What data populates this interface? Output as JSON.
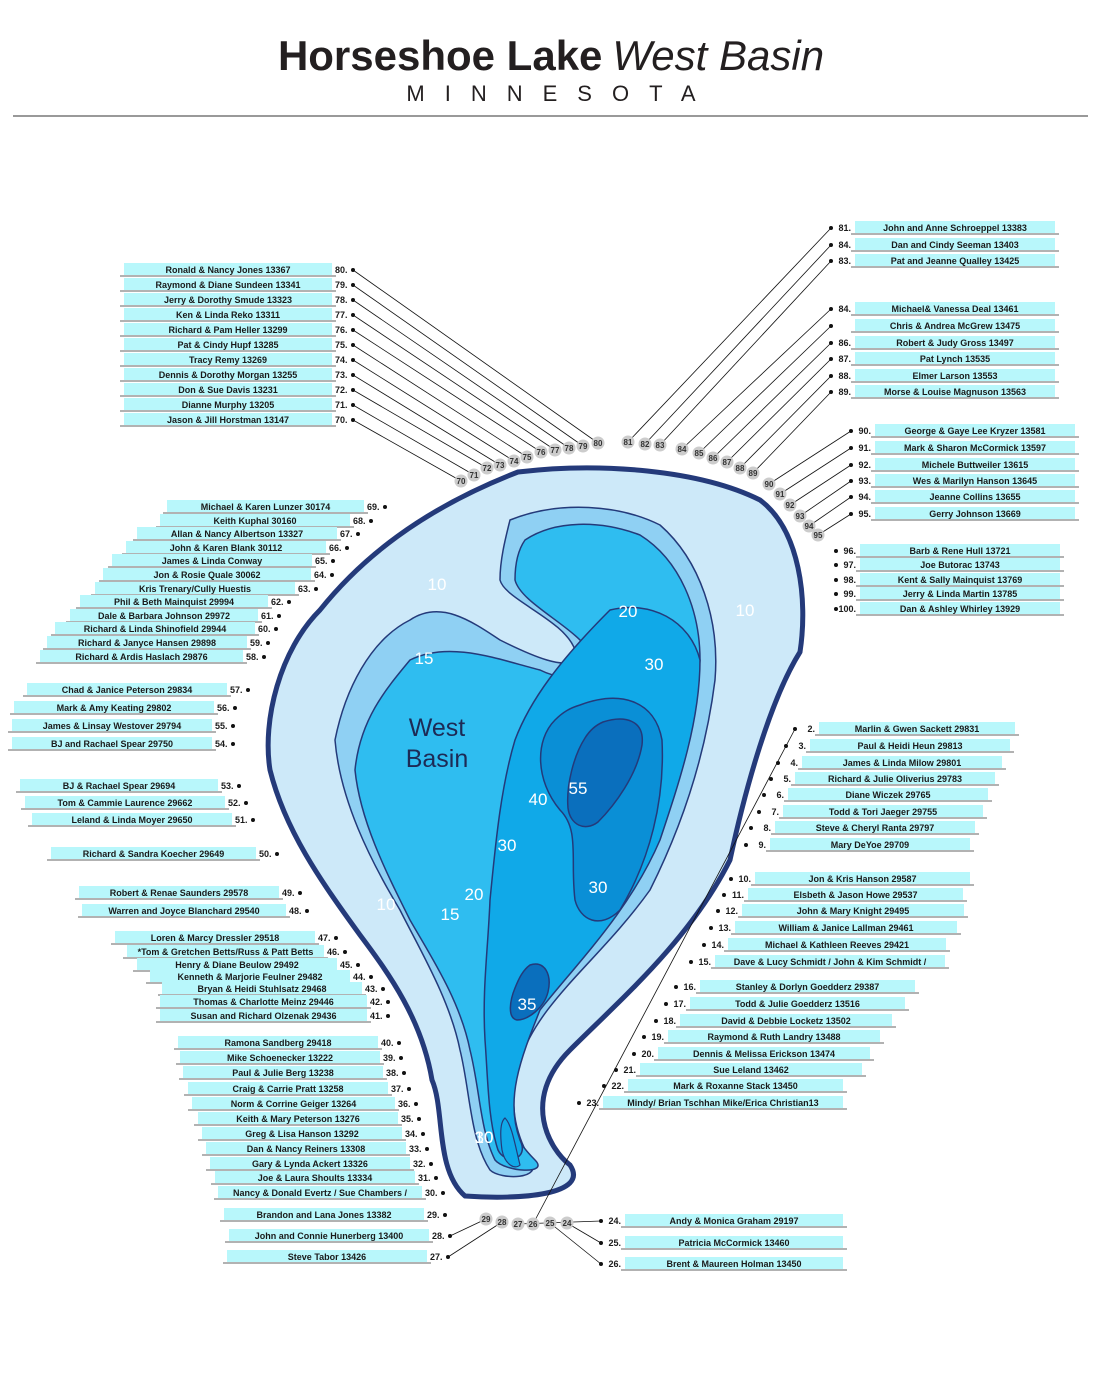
{
  "title": {
    "bold": "Horseshoe Lake",
    "italic": "West Basin",
    "state": "MINNESOTA"
  },
  "basin_label": [
    "West",
    "Basin"
  ],
  "colors": {
    "shore": "#243a7a",
    "level10": "#cde9f9",
    "level15": "#8fd0f3",
    "level20": "#2fbdf0",
    "level30": "#10a9e8",
    "level40": "#0a8fd6",
    "level55": "#0a6fbd",
    "label_bg": "#b8f7fb",
    "bubble": "#cccccc"
  },
  "depths": [
    "10",
    "10",
    "10",
    "10",
    "15",
    "15",
    "20",
    "20",
    "30",
    "30",
    "30",
    "30",
    "40",
    "55",
    "35"
  ],
  "bubbles": [
    "70",
    "71",
    "72",
    "73",
    "74",
    "75",
    "76",
    "77",
    "78",
    "79",
    "80",
    "81",
    "82",
    "83",
    "84",
    "85",
    "86",
    "87",
    "88",
    "89",
    "90",
    "91",
    "92",
    "93",
    "94",
    "95",
    "29",
    "28",
    "27",
    "26",
    "25",
    "24"
  ],
  "owners": [
    {
      "name": "Ronald & Nancy Jones 13367",
      "num": "80."
    },
    {
      "name": "Raymond & Diane Sundeen 13341",
      "num": "79."
    },
    {
      "name": "Jerry & Dorothy Smude 13323",
      "num": "78."
    },
    {
      "name": "Ken & Linda Reko 13311",
      "num": "77."
    },
    {
      "name": "Richard & Pam Heller 13299",
      "num": "76."
    },
    {
      "name": "Pat & Cindy Hupf 13285",
      "num": "75."
    },
    {
      "name": "Tracy Remy 13269",
      "num": "74."
    },
    {
      "name": "Dennis & Dorothy Morgan 13255",
      "num": "73."
    },
    {
      "name": "Don & Sue Davis 13231",
      "num": "72."
    },
    {
      "name": "Dianne Murphy  13205",
      "num": "71."
    },
    {
      "name": "Jason & Jill Horstman 13147",
      "num": "70."
    },
    {
      "name": "John and Anne Schroeppel 13383",
      "num": "81."
    },
    {
      "name": "Dan and Cindy Seeman 13403",
      "num": "84."
    },
    {
      "name": "Pat and Jeanne Qualley 13425",
      "num": "83."
    },
    {
      "name": "Michael& Vanessa Deal 13461",
      "num": "84."
    },
    {
      "name": "Chris & Andrea McGrew 13475",
      "num": ""
    },
    {
      "name": "Robert & Judy Gross 13497",
      "num": "86."
    },
    {
      "name": "Pat Lynch 13535",
      "num": "87."
    },
    {
      "name": "Elmer Larson 13553",
      "num": "88."
    },
    {
      "name": "Morse & Louise Magnuson 13563",
      "num": "89."
    },
    {
      "name": "George & Gaye Lee Kryzer  13581",
      "num": "90."
    },
    {
      "name": "Mark & Sharon McCormick 13597",
      "num": "91."
    },
    {
      "name": "Michele Buttweiler 13615",
      "num": "92."
    },
    {
      "name": "Wes & Marilyn Hanson 13645",
      "num": "93."
    },
    {
      "name": "Jeanne Collins 13655",
      "num": "94."
    },
    {
      "name": "Gerry Johnson 13669",
      "num": "95."
    },
    {
      "name": "Barb & Rene Hull 13721",
      "num": "96."
    },
    {
      "name": "Joe Butorac  13743",
      "num": "97."
    },
    {
      "name": "Kent & Sally Mainquist  13769",
      "num": "98."
    },
    {
      "name": "Jerry & Linda Martin 13785",
      "num": "99."
    },
    {
      "name": "Dan & Ashley Whirley 13929",
      "num": "100."
    },
    {
      "name": "Michael & Karen Lunzer 30174",
      "num": "69."
    },
    {
      "name": "Keith Kuphal 30160",
      "num": "68."
    },
    {
      "name": "Allan & Nancy Albertson 13327",
      "num": "67."
    },
    {
      "name": "John & Karen Blank  30112",
      "num": "66."
    },
    {
      "name": "James & Linda Conway",
      "num": "65."
    },
    {
      "name": "Jon & Rosie Quale 30062",
      "num": "64."
    },
    {
      "name": "Kris Trenary/Cully Huestis",
      "num": "63."
    },
    {
      "name": "Phil & Beth Mainquist  29994",
      "num": "62."
    },
    {
      "name": "Dale & Barbara Johnson 29972",
      "num": "61."
    },
    {
      "name": "Richard & Linda Shinofield 29944",
      "num": "60."
    },
    {
      "name": "Richard & Janyce Hansen 29898",
      "num": "59."
    },
    {
      "name": "Richard & Ardis Haslach  29876",
      "num": "58."
    },
    {
      "name": "Chad & Janice Peterson 29834",
      "num": "57."
    },
    {
      "name": "Mark & Amy Keating 29802",
      "num": "56."
    },
    {
      "name": "James & Linsay Westover 29794",
      "num": "55."
    },
    {
      "name": "BJ and Rachael Spear 29750",
      "num": "54."
    },
    {
      "name": "BJ & Rachael Spear 29694",
      "num": "53."
    },
    {
      "name": "Tom & Cammie Laurence 29662",
      "num": "52."
    },
    {
      "name": "Leland & Linda Moyer 29650",
      "num": "51."
    },
    {
      "name": "Richard & Sandra Koecher 29649",
      "num": "50."
    },
    {
      "name": "Robert & Renae Saunders 29578",
      "num": "49."
    },
    {
      "name": "Warren and Joyce Blanchard 29540",
      "num": "48."
    },
    {
      "name": "Loren & Marcy Dressler 29518",
      "num": "47."
    },
    {
      "name": "*Tom & Gretchen Betts/Russ & Patt Betts",
      "num": "46."
    },
    {
      "name": "Henry & Diane Beulow 29492",
      "num": "45."
    },
    {
      "name": "Kenneth & Marjorie Feulner 29482",
      "num": "44."
    },
    {
      "name": "Bryan & Heidi Stuhlsatz   29468",
      "num": "43."
    },
    {
      "name": "Thomas & Charlotte Meinz 29446",
      "num": "42."
    },
    {
      "name": "Susan and Richard Olzenak 29436",
      "num": "41."
    },
    {
      "name": "Ramona Sandberg 29418",
      "num": "40."
    },
    {
      "name": "Mike Schoenecker 13222",
      "num": "39."
    },
    {
      "name": "Paul & Julie Berg 13238",
      "num": "38."
    },
    {
      "name": "Craig & Carrie Pratt 13258",
      "num": "37."
    },
    {
      "name": "Norm & Corrine Geiger 13264",
      "num": "36."
    },
    {
      "name": "Keith & Mary Peterson 13276",
      "num": "35."
    },
    {
      "name": "Greg & Lisa Hanson 13292",
      "num": "34."
    },
    {
      "name": "Dan & Nancy Reiners 13308",
      "num": "33."
    },
    {
      "name": "Gary & Lynda Ackert 13326",
      "num": "32."
    },
    {
      "name": "Joe & Laura Shoults 13334",
      "num": "31."
    },
    {
      "name": "Nancy & Donald Evertz / Sue Chambers / ",
      "num": "30."
    },
    {
      "name": "Brandon and Lana Jones 13382",
      "num": "29."
    },
    {
      "name": "John and Connie Hunerberg 13400",
      "num": "28."
    },
    {
      "name": "Steve Tabor 13426",
      "num": "27."
    },
    {
      "name": "Andy & Monica Graham 29197",
      "num": "24."
    },
    {
      "name": "Patricia McCormick 13460",
      "num": "25."
    },
    {
      "name": "Brent & Maureen Holman 13450",
      "num": "26."
    },
    {
      "name": "Marlin & Gwen Sackett  29831",
      "num": "2."
    },
    {
      "name": "Paul & Heidi Heun 29813",
      "num": "3."
    },
    {
      "name": "James & Linda Milow 29801",
      "num": "4."
    },
    {
      "name": "Richard & Julie Oliverius 29783",
      "num": "5."
    },
    {
      "name": "Diane Wiczek 29765",
      "num": "6."
    },
    {
      "name": "Todd & Tori Jaeger 29755",
      "num": "7."
    },
    {
      "name": "Steve & Cheryl Ranta 29797",
      "num": "8."
    },
    {
      "name": "Mary DeYoe 29709",
      "num": "9."
    },
    {
      "name": "Jon & Kris Hanson 29587",
      "num": "10."
    },
    {
      "name": "Elsbeth & Jason Howe 29537",
      "num": "11."
    },
    {
      "name": "John & Mary Knight 29495",
      "num": "12."
    },
    {
      "name": "William & Janice Lallman 29461",
      "num": "13."
    },
    {
      "name": "Michael & Kathleen Reeves 29421",
      "num": "14."
    },
    {
      "name": "Dave & Lucy Schmidt / John & Kim Schmidt /",
      "num": "15."
    },
    {
      "name": "Stanley & Dorlyn Goedderz 29387",
      "num": "16."
    },
    {
      "name": "Todd & Julie Goedderz 13516",
      "num": "17."
    },
    {
      "name": "David & Debbie Locketz 13502",
      "num": "18."
    },
    {
      "name": "Raymond & Ruth Landry 13488",
      "num": "19."
    },
    {
      "name": "Dennis & Melissa Erickson 13474",
      "num": "20."
    },
    {
      "name": "Sue Leland 13462",
      "num": "21."
    },
    {
      "name": "Mark & Roxanne Stack 13450",
      "num": "22."
    },
    {
      "name": "Mindy/ Brian Tschhan  Mike/Erica Christian13",
      "num": "23."
    }
  ]
}
